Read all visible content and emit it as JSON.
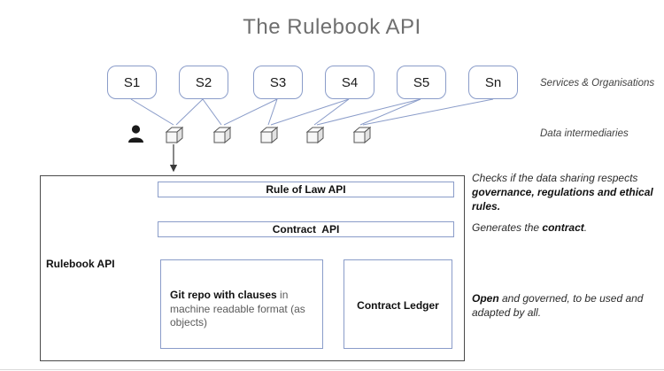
{
  "title": "The Rulebook API",
  "services": {
    "label": "Services & Organisations",
    "boxes": [
      "S1",
      "S2",
      "S3",
      "S4",
      "S5",
      "Sn"
    ]
  },
  "intermediaries": {
    "label": "Data intermediaries"
  },
  "rulebook": {
    "container_label": "Rulebook API",
    "rule_of_law_api": "Rule of Law API",
    "contract_api": "Contract  API",
    "git_repo": {
      "bold": "Git repo with clauses",
      "rest": " in machine readable format (as objects)"
    },
    "contract_ledger": "Contract Ledger"
  },
  "annotations": {
    "checks": {
      "prefix": "Checks if the data sharing respects ",
      "bold": "governance, regulations and ethical rules",
      "suffix": "."
    },
    "generates": {
      "prefix": "Generates the ",
      "bold": "contract",
      "suffix": "."
    },
    "open": {
      "bold": "Open",
      "rest": " and governed, to be used and adapted by all."
    }
  },
  "colors": {
    "accent_border": "#8a9cc9",
    "title_gray": "#6f6f6f",
    "arrow_dark": "#3a3a3a"
  }
}
